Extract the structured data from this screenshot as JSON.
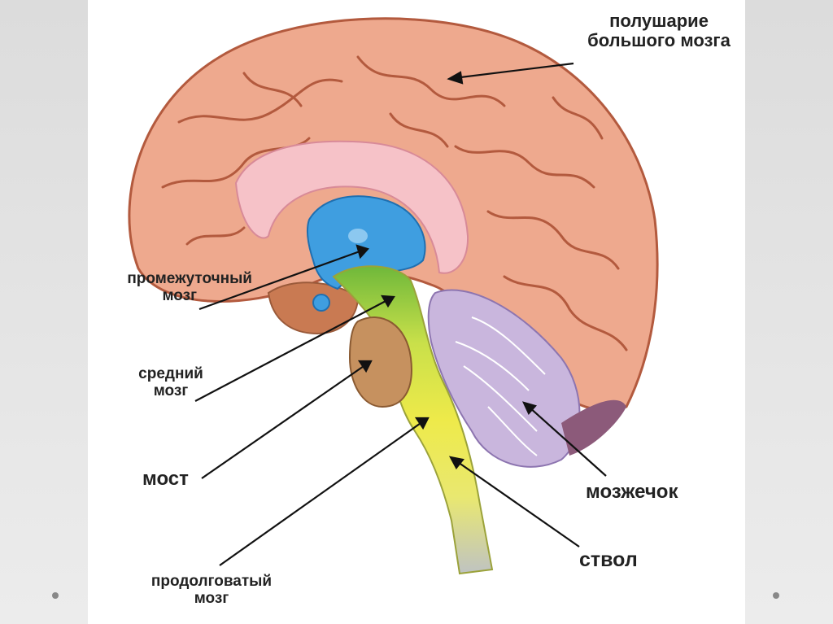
{
  "diagram": {
    "labels": {
      "hemisphere_line1": "полушарие",
      "hemisphere_line2": "большого мозга",
      "diencephalon_line1": "промежуточный",
      "diencephalon_line2": "мозг",
      "midbrain_line1": "средний",
      "midbrain_line2": "мозг",
      "pons": "мост",
      "medulla_line1": "продолговатый",
      "medulla_line2": "мозг",
      "cerebellum": "мозжечок",
      "brainstem": "ствол"
    },
    "colors": {
      "cortex": "#eea98e",
      "gyri_lines": "#b35a3e",
      "corpus_callosum": "#f6c2c8",
      "ventricle_blue": "#3f9ee0",
      "midbrain_green": "#8cc63f",
      "stem_yellow": "#eeea4a",
      "pons_brown": "#c6915f",
      "cerebellum_purple": "#c9b6dd",
      "spinal_gray": "#bfc3c2"
    }
  }
}
